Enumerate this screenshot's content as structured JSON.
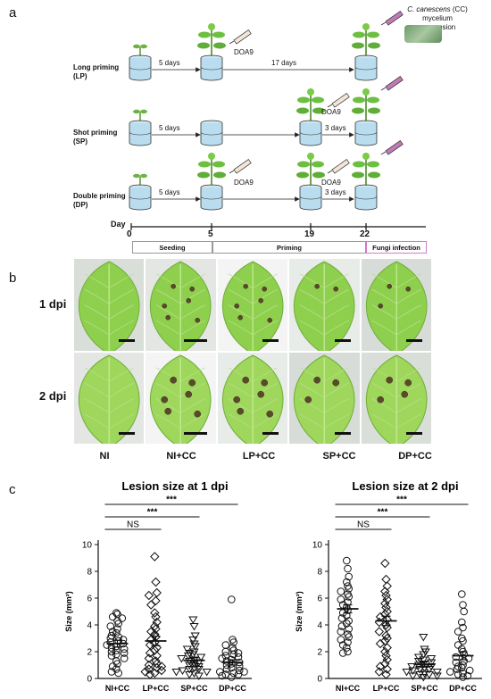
{
  "panel_a": {
    "letter": "a",
    "species_italic": "C. canescens",
    "species_rest": " (CC)",
    "suspension": "mycelium suspension",
    "rows": [
      {
        "name_line1": "Long priming",
        "name_line2": "(LP)",
        "arrow1": "5 days",
        "arrow2": "17 days",
        "doa_label": "DOA9"
      },
      {
        "name_line1": "Shot priming",
        "name_line2": "(SP)",
        "arrow1": "5 days",
        "arrow2": "3 days",
        "doa_label": "DOA9"
      },
      {
        "name_line1": "Double priming",
        "name_line2": "(DP)",
        "arrow1": "5 days",
        "arrow2": "3 days",
        "doa_label1": "DOA9",
        "doa_label2": "DOA9"
      }
    ],
    "timeline": {
      "label": "Day",
      "ticks": [
        "0",
        "5",
        "19",
        "22"
      ],
      "phases": [
        "Seeding",
        "Priming",
        "Fungi infection"
      ]
    }
  },
  "panel_b": {
    "letter": "b",
    "rows": [
      "1 dpi",
      "2 dpi"
    ],
    "groups": [
      "NI",
      "NI+CC",
      "LP+CC",
      "SP+CC",
      "DP+CC"
    ],
    "lesion_counts": [
      [
        0,
        6,
        6,
        2,
        3
      ],
      [
        0,
        6,
        6,
        3,
        4
      ]
    ]
  },
  "panel_c": {
    "letter": "c",
    "colors": {
      "marker": "#111111"
    }
  },
  "chart_data": [
    {
      "type": "scatter",
      "title": "Lesion size at 1 dpi",
      "ylabel": "Size (mm²)",
      "ylim": [
        0,
        10
      ],
      "yticks": [
        "0",
        "2",
        "4",
        "6",
        "8",
        "10"
      ],
      "categories": [
        "NI+CC",
        "LP+CC",
        "SP+CC",
        "DP+CC"
      ],
      "markers": [
        "circle",
        "diamond",
        "triangle-down",
        "circle"
      ],
      "means": [
        2.6,
        2.8,
        1.35,
        1.2
      ],
      "sem": [
        0.25,
        0.35,
        0.2,
        0.2
      ],
      "comparisons": [
        {
          "from": "NI+CC",
          "to": "LP+CC",
          "label": "NS"
        },
        {
          "from": "NI+CC",
          "to": "SP+CC",
          "label": "***"
        },
        {
          "from": "NI+CC",
          "to": "DP+CC",
          "label": "***"
        }
      ],
      "series": [
        {
          "values": [
            4.9,
            4.8,
            4.6,
            4.5,
            4.3,
            4.1,
            3.9,
            3.7,
            3.5,
            3.4,
            3.2,
            3.1,
            3.0,
            2.9,
            2.8,
            2.7,
            2.6,
            2.5,
            2.4,
            2.3,
            2.2,
            2.1,
            2.0,
            1.9,
            1.8,
            1.7,
            1.5,
            1.3,
            1.1,
            0.9,
            0.7,
            0.5,
            0.4
          ]
        },
        {
          "values": [
            9.1,
            7.2,
            6.4,
            6.2,
            5.8,
            5.5,
            4.9,
            4.6,
            4.2,
            3.9,
            3.7,
            3.5,
            3.3,
            3.1,
            2.9,
            2.7,
            2.5,
            2.3,
            2.1,
            1.9,
            1.7,
            1.5,
            1.3,
            1.1,
            1.0,
            0.9,
            0.8,
            0.7,
            0.6,
            0.5,
            0.4,
            0.3
          ]
        },
        {
          "values": [
            4.4,
            3.9,
            3.2,
            2.9,
            2.6,
            2.4,
            2.2,
            2.0,
            1.9,
            1.8,
            1.7,
            1.6,
            1.5,
            1.4,
            1.3,
            1.2,
            1.1,
            1.0,
            0.9,
            0.8,
            0.7,
            0.7,
            0.6,
            0.5,
            0.5,
            0.4,
            0.3,
            0.2
          ]
        },
        {
          "values": [
            5.9,
            2.9,
            2.7,
            2.5,
            2.3,
            2.1,
            2.0,
            1.9,
            1.8,
            1.7,
            1.6,
            1.5,
            1.4,
            1.3,
            1.2,
            1.1,
            1.0,
            0.9,
            0.8,
            0.7,
            0.6,
            0.5,
            0.5,
            0.4,
            0.3,
            0.3,
            0.2,
            0.1
          ]
        }
      ]
    },
    {
      "type": "scatter",
      "title": "Lesion size at 2 dpi",
      "ylabel": "Size (mm²)",
      "ylim": [
        0,
        10
      ],
      "yticks": [
        "0",
        "2",
        "4",
        "6",
        "8",
        "10"
      ],
      "categories": [
        "NI+CC",
        "LP+CC",
        "SP+CC",
        "DP+CC"
      ],
      "markers": [
        "circle",
        "diamond",
        "triangle-down",
        "circle"
      ],
      "means": [
        5.2,
        4.3,
        1.05,
        1.7
      ],
      "sem": [
        0.3,
        0.35,
        0.2,
        0.3
      ],
      "comparisons": [
        {
          "from": "NI+CC",
          "to": "LP+CC",
          "label": "NS"
        },
        {
          "from": "NI+CC",
          "to": "SP+CC",
          "label": "***"
        },
        {
          "from": "NI+CC",
          "to": "DP+CC",
          "label": "***"
        }
      ],
      "series": [
        {
          "values": [
            8.8,
            8.2,
            7.6,
            7.2,
            6.9,
            6.7,
            6.5,
            6.3,
            6.1,
            5.9,
            5.7,
            5.5,
            5.3,
            5.1,
            4.9,
            4.7,
            4.5,
            4.3,
            4.1,
            3.9,
            3.7,
            3.5,
            3.3,
            3.1,
            2.9,
            2.7,
            2.5,
            2.3,
            2.0,
            1.9
          ]
        },
        {
          "values": [
            8.6,
            7.4,
            6.9,
            6.5,
            6.2,
            5.9,
            5.6,
            5.3,
            5.0,
            4.8,
            4.6,
            4.4,
            4.2,
            4.0,
            3.8,
            3.5,
            3.2,
            3.0,
            2.8,
            2.6,
            2.3,
            2.0,
            1.7,
            1.4,
            1.1,
            0.9,
            0.7,
            0.5,
            0.3
          ]
        },
        {
          "values": [
            3.1,
            2.2,
            2.0,
            1.8,
            1.6,
            1.5,
            1.4,
            1.3,
            1.2,
            1.1,
            1.0,
            0.9,
            0.9,
            0.8,
            0.7,
            0.7,
            0.6,
            0.5,
            0.5,
            0.4,
            0.3,
            0.3,
            0.2,
            0.2,
            0.1
          ]
        },
        {
          "values": [
            6.3,
            5.5,
            5.0,
            4.2,
            3.8,
            3.5,
            3.0,
            2.8,
            2.5,
            2.2,
            2.0,
            1.8,
            1.6,
            1.5,
            1.3,
            1.2,
            1.0,
            0.9,
            0.8,
            0.7,
            0.6,
            0.5,
            0.4,
            0.3,
            0.2,
            0.1
          ]
        }
      ]
    }
  ]
}
